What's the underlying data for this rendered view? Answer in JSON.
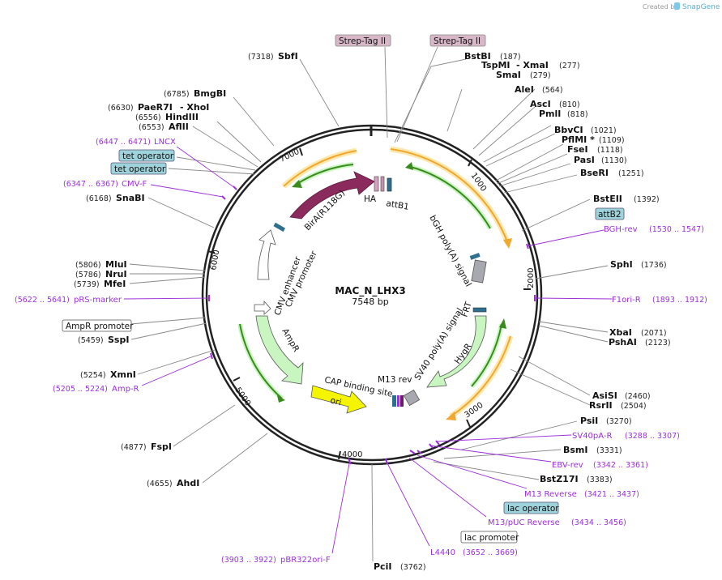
{
  "header": {
    "credit": "Created by",
    "brand": "SnapGene"
  },
  "plasmid": {
    "name": "MAC_N_LHX3",
    "length": "7548 bp"
  },
  "ruler": [
    "1000",
    "2000",
    "3000",
    "4000",
    "5000",
    "6000",
    "7000"
  ],
  "sites": [
    {
      "name": "SbfI",
      "pos": "(7318)"
    },
    {
      "name": "BmgBI",
      "pos": "(6785)"
    },
    {
      "name": "PaeR7I",
      "pos": "(6630)"
    },
    {
      "name": "- XhoI",
      "pos": ""
    },
    {
      "name": "HindIII",
      "pos": "(6556)"
    },
    {
      "name": "AflII",
      "pos": "(6553)"
    },
    {
      "name": "SnaBI",
      "pos": "(6168)"
    },
    {
      "name": "MluI",
      "pos": "(5806)"
    },
    {
      "name": "NruI",
      "pos": "(5786)"
    },
    {
      "name": "MfeI",
      "pos": "(5739)"
    },
    {
      "name": "SspI",
      "pos": "(5459)"
    },
    {
      "name": "XmnI",
      "pos": "(5254)"
    },
    {
      "name": "FspI",
      "pos": "(4877)"
    },
    {
      "name": "AhdI",
      "pos": "(4655)"
    },
    {
      "name": "PciI",
      "pos": "(3762)"
    },
    {
      "name": "BstBI",
      "pos": "(187)"
    },
    {
      "name": "TspMI",
      "pos": ""
    },
    {
      "name": "- XmaI",
      "pos": "(277)"
    },
    {
      "name": "SmaI",
      "pos": "(279)"
    },
    {
      "name": "AleI",
      "pos": "(564)"
    },
    {
      "name": "AscI",
      "pos": "(810)"
    },
    {
      "name": "PmlI",
      "pos": "(818)"
    },
    {
      "name": "BbvCI",
      "pos": "(1021)"
    },
    {
      "name": "PflMI *",
      "pos": "(1109)"
    },
    {
      "name": "FseI",
      "pos": "(1118)"
    },
    {
      "name": "PasI",
      "pos": "(1130)"
    },
    {
      "name": "BseRI",
      "pos": "(1251)"
    },
    {
      "name": "BstEII",
      "pos": "(1392)"
    },
    {
      "name": "SphI",
      "pos": "(1736)"
    },
    {
      "name": "XbaI",
      "pos": "(2071)"
    },
    {
      "name": "PshAI",
      "pos": "(2123)"
    },
    {
      "name": "AsiSI",
      "pos": "(2460)"
    },
    {
      "name": "RsrII",
      "pos": "(2504)"
    },
    {
      "name": "PsiI",
      "pos": "(3270)"
    },
    {
      "name": "BsmI",
      "pos": "(3331)"
    },
    {
      "name": "BstZ17I",
      "pos": "(3383)"
    }
  ],
  "primers": [
    {
      "name": "LNCX",
      "pos": "(6447 .. 6471)"
    },
    {
      "name": "CMV-F",
      "pos": "(6347 .. 6367)"
    },
    {
      "name": "pRS-marker",
      "pos": "(5622 .. 5641)"
    },
    {
      "name": "Amp-R",
      "pos": "(5205 .. 5224)"
    },
    {
      "name": "pBR322ori-F",
      "pos": "(3903 .. 3922)"
    },
    {
      "name": "L4440",
      "pos": "(3652 .. 3669)"
    },
    {
      "name": "M13/pUC Reverse",
      "pos": "(3434 .. 3456)"
    },
    {
      "name": "M13 Reverse",
      "pos": "(3421 .. 3437)"
    },
    {
      "name": "EBV-rev",
      "pos": "(3342 .. 3361)"
    },
    {
      "name": "SV40pA-R",
      "pos": "(3288 .. 3307)"
    },
    {
      "name": "BGH-rev",
      "pos": "(1530 .. 1547)"
    },
    {
      "name": "F1ori-R",
      "pos": "(1893 .. 1912)"
    }
  ],
  "boxed_features": [
    {
      "name": "Strep-Tag II"
    },
    {
      "name": "Strep-Tag II"
    },
    {
      "name": "tet operator"
    },
    {
      "name": "tet operator"
    },
    {
      "name": "attB2"
    },
    {
      "name": "AmpR promoter"
    },
    {
      "name": "lac operator"
    },
    {
      "name": "lac promoter"
    }
  ],
  "inner_features": {
    "bira": "BirA(R118G)",
    "ha": "HA",
    "attb1": "attB1",
    "bgh": "bGH poly(A) signal",
    "frt": "FRT",
    "hygr": "HygR",
    "sv40": "SV40 poly(A) signal",
    "m13rev": "M13 rev",
    "cap": "CAP binding site",
    "ori": "ori",
    "ampr": "AmpR",
    "cmv_enh": "CMV enhancer",
    "cmv_prom": "CMV promoter"
  },
  "colors": {
    "backbone": "#222222",
    "orf_orange": "#f0a830",
    "orf_green": "#3a8a1c",
    "primer": "#9b30d9",
    "bira": "#8b2a5c",
    "ori": "#f5f500",
    "resistance": "#c8f5c0",
    "teal_box": "#9fd3db",
    "pink_box": "#d8b8c8"
  }
}
